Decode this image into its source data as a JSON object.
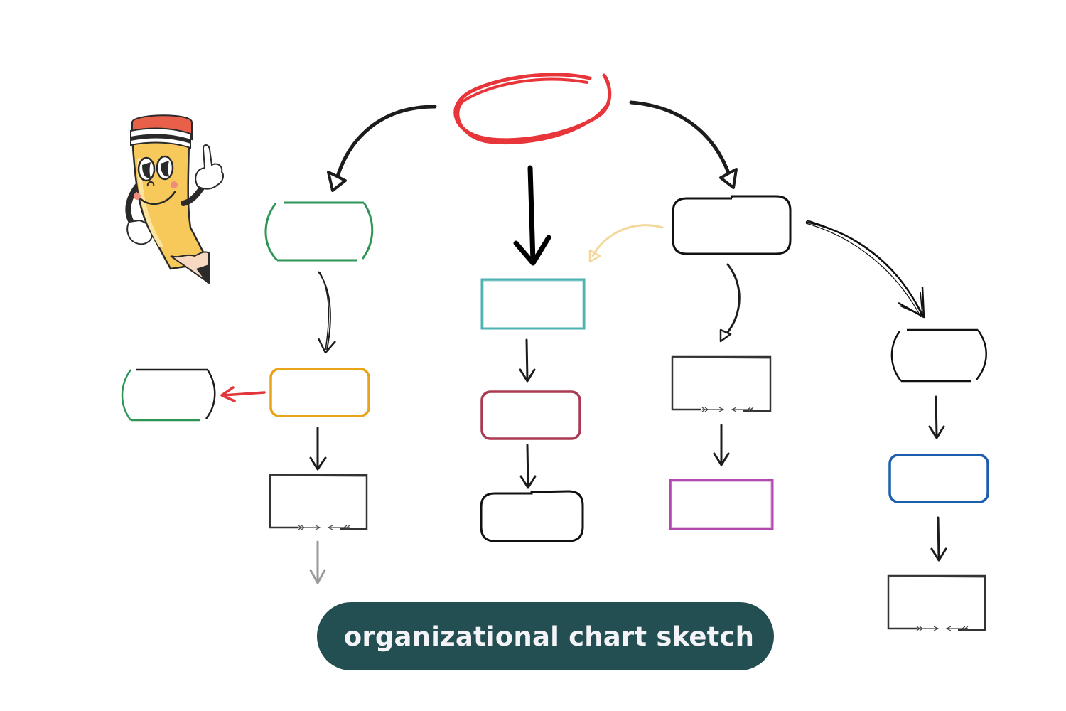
{
  "title": {
    "text": "organizational chart sketch",
    "background": "#244F52",
    "color": "#F4F4F8"
  },
  "colors": {
    "root_ellipse": "#E8353A",
    "ink": "#1C1C1C",
    "green": "#2E9556",
    "teal": "#4FB2B3",
    "orange": "#E9A419",
    "maroon": "#A93A52",
    "magenta": "#B04AAE",
    "blue": "#1B5EAD",
    "grey_arrow": "#9A9A9A",
    "pale_arrow": "#F2D89A",
    "red_arrow": "#E3363C"
  },
  "mascot": {
    "name": "pencil-mascot",
    "body": "#F7C85A",
    "eraser": "#E8604A",
    "band_dark": "#2A2A2A",
    "band_light": "#FFFFFF",
    "cheek": "#F08C7C"
  },
  "nodes": [
    {
      "id": "root",
      "shape": "ellipse",
      "color": "#E8353A",
      "label": ""
    },
    {
      "id": "left-l1",
      "shape": "capsule-bracket",
      "color": "#2E9556",
      "label": ""
    },
    {
      "id": "left-l2",
      "shape": "rounded-rect",
      "color": "#E9A419",
      "label": ""
    },
    {
      "id": "left-side",
      "shape": "capsule-bracket",
      "color": "#2E9556",
      "label": ""
    },
    {
      "id": "left-l3",
      "shape": "sketch-rect-arrows",
      "color": "#1C1C1C",
      "label": ""
    },
    {
      "id": "mid-l1",
      "shape": "sketch-rect",
      "color": "#4FB2B3",
      "label": ""
    },
    {
      "id": "mid-l2",
      "shape": "rounded-rect",
      "color": "#A93A52",
      "label": ""
    },
    {
      "id": "mid-l3",
      "shape": "notched-rounded-rect",
      "color": "#1C1C1C",
      "label": ""
    },
    {
      "id": "right-l1",
      "shape": "notched-rounded-rect",
      "color": "#1C1C1C",
      "label": ""
    },
    {
      "id": "right-l2",
      "shape": "sketch-rect-arrows",
      "color": "#1C1C1C",
      "label": ""
    },
    {
      "id": "right-l3",
      "shape": "sketch-rect",
      "color": "#B04AAE",
      "label": ""
    },
    {
      "id": "far-l1",
      "shape": "capsule-bracket",
      "color": "#1C1C1C",
      "label": ""
    },
    {
      "id": "far-l2",
      "shape": "rounded-rect",
      "color": "#1B5EAD",
      "label": ""
    },
    {
      "id": "far-l3",
      "shape": "sketch-rect-arrows",
      "color": "#1C1C1C",
      "label": ""
    }
  ],
  "edges": [
    {
      "from": "root",
      "to": "left-l1",
      "style": "curved-triangle-head"
    },
    {
      "from": "root",
      "to": "mid-l1",
      "style": "bold-straight"
    },
    {
      "from": "root",
      "to": "right-l1",
      "style": "curved-triangle-head"
    },
    {
      "from": "left-l1",
      "to": "left-l2",
      "style": "sketchy-curve"
    },
    {
      "from": "left-l2",
      "to": "left-side",
      "style": "red-straight"
    },
    {
      "from": "left-l2",
      "to": "left-l3",
      "style": "straight"
    },
    {
      "from": "left-l3",
      "to": "",
      "style": "grey-straight"
    },
    {
      "from": "mid-l1",
      "to": "mid-l2",
      "style": "straight"
    },
    {
      "from": "mid-l2",
      "to": "mid-l3",
      "style": "straight"
    },
    {
      "from": "right-l1",
      "to": "mid-l1",
      "style": "pale-curve"
    },
    {
      "from": "right-l1",
      "to": "right-l2",
      "style": "curved-triangle-head"
    },
    {
      "from": "right-l2",
      "to": "right-l3",
      "style": "straight"
    },
    {
      "from": "right-l1",
      "to": "far-l1",
      "style": "sketchy-curve"
    },
    {
      "from": "far-l1",
      "to": "far-l2",
      "style": "straight"
    },
    {
      "from": "far-l2",
      "to": "far-l3",
      "style": "straight"
    }
  ]
}
